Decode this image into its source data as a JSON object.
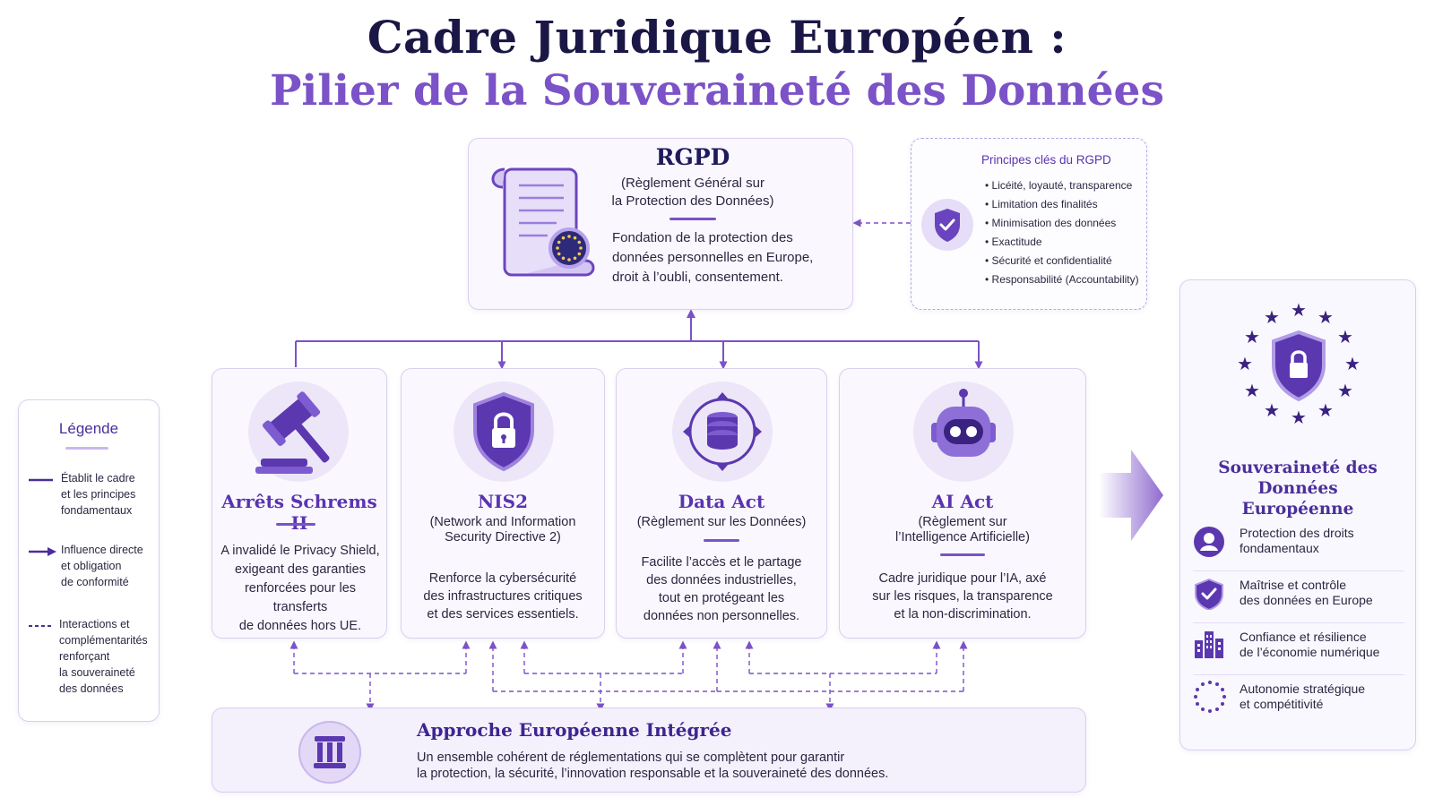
{
  "title": {
    "line1": "Cadre Juridique Européen :",
    "line2": "Pilier de la Souveraineté des Données"
  },
  "rgpd": {
    "title": "RGPD",
    "subtitle1": "(Règlement Général sur",
    "subtitle2": "la Protection des Données)",
    "desc1": "Fondation de la protection des",
    "desc2": "données personnelles en Europe,",
    "desc3": "droit à l’oubli, consentement."
  },
  "principles": {
    "title": "Principes clés du RGPD",
    "items": [
      "• Licéité, loyauté, transparence",
      "• Limitation des finalités",
      "• Minimisation des données",
      "• Exactitude",
      "• Sécurité et confidentialité",
      "• Responsabilité (Accountability)"
    ]
  },
  "legend": {
    "title": "Légende",
    "solid": [
      "Établit le cadre",
      "et les principes",
      "fondamentaux"
    ],
    "arrow": [
      "Influence directe",
      "et obligation",
      "de conformité"
    ],
    "dashed": [
      "Interactions et",
      "complémentarités",
      "renforçant",
      "la souveraineté",
      "des données"
    ]
  },
  "pillars": [
    {
      "title": "Arrêts Schrems II",
      "subtitle": [],
      "desc": [
        "A invalidé le Privacy Shield,",
        "exigeant des garanties",
        "renforcées pour les transferts",
        "de données hors UE."
      ],
      "icon": "gavel-icon"
    },
    {
      "title": "NIS2",
      "subtitle": [
        "(Network and Information",
        "Security Directive 2)"
      ],
      "desc": [
        "Renforce la cybersécurité",
        "des infrastructures critiques",
        "et des services essentiels."
      ],
      "icon": "shield-lock-icon"
    },
    {
      "title": "Data Act",
      "subtitle": [
        "(Règlement sur les Données)"
      ],
      "desc": [
        "Facilite l’accès et le partage",
        "des données industrielles,",
        "tout en protégeant les",
        "données non personnelles."
      ],
      "icon": "database-cycle-icon"
    },
    {
      "title": "AI Act",
      "subtitle": [
        "(Règlement sur",
        "l’Intelligence Artificielle)"
      ],
      "desc": [
        "Cadre juridique pour l’IA, axé",
        "sur les risques, la transparence",
        "et la non-discrimination."
      ],
      "icon": "robot-icon"
    }
  ],
  "approach": {
    "title": "Approche Européenne Intégrée",
    "line1": "Un ensemble cohérent de réglementations qui se complètent pour garantir",
    "line2": "la protection, la sécurité, l’innovation responsable et la souveraineté des données."
  },
  "sovereignty": {
    "title1": "Souveraineté des Données",
    "title2": "Européenne",
    "items": [
      {
        "l1": "Protection des droits",
        "l2": "fondamentaux",
        "icon": "user-icon"
      },
      {
        "l1": "Maîtrise et contrôle",
        "l2": "des données en Europe",
        "icon": "shield-check-icon"
      },
      {
        "l1": "Confiance et résilience",
        "l2": "de l’économie numérique",
        "icon": "buildings-icon"
      },
      {
        "l1": "Autonomie stratégique",
        "l2": "et compétitivité",
        "icon": "eu-stars-ring-icon"
      }
    ]
  },
  "colors": {
    "navy": "#1a1746",
    "purple": "#7b52c7",
    "deep_purple": "#4a2f9a",
    "light_purple": "#ece6f8"
  }
}
